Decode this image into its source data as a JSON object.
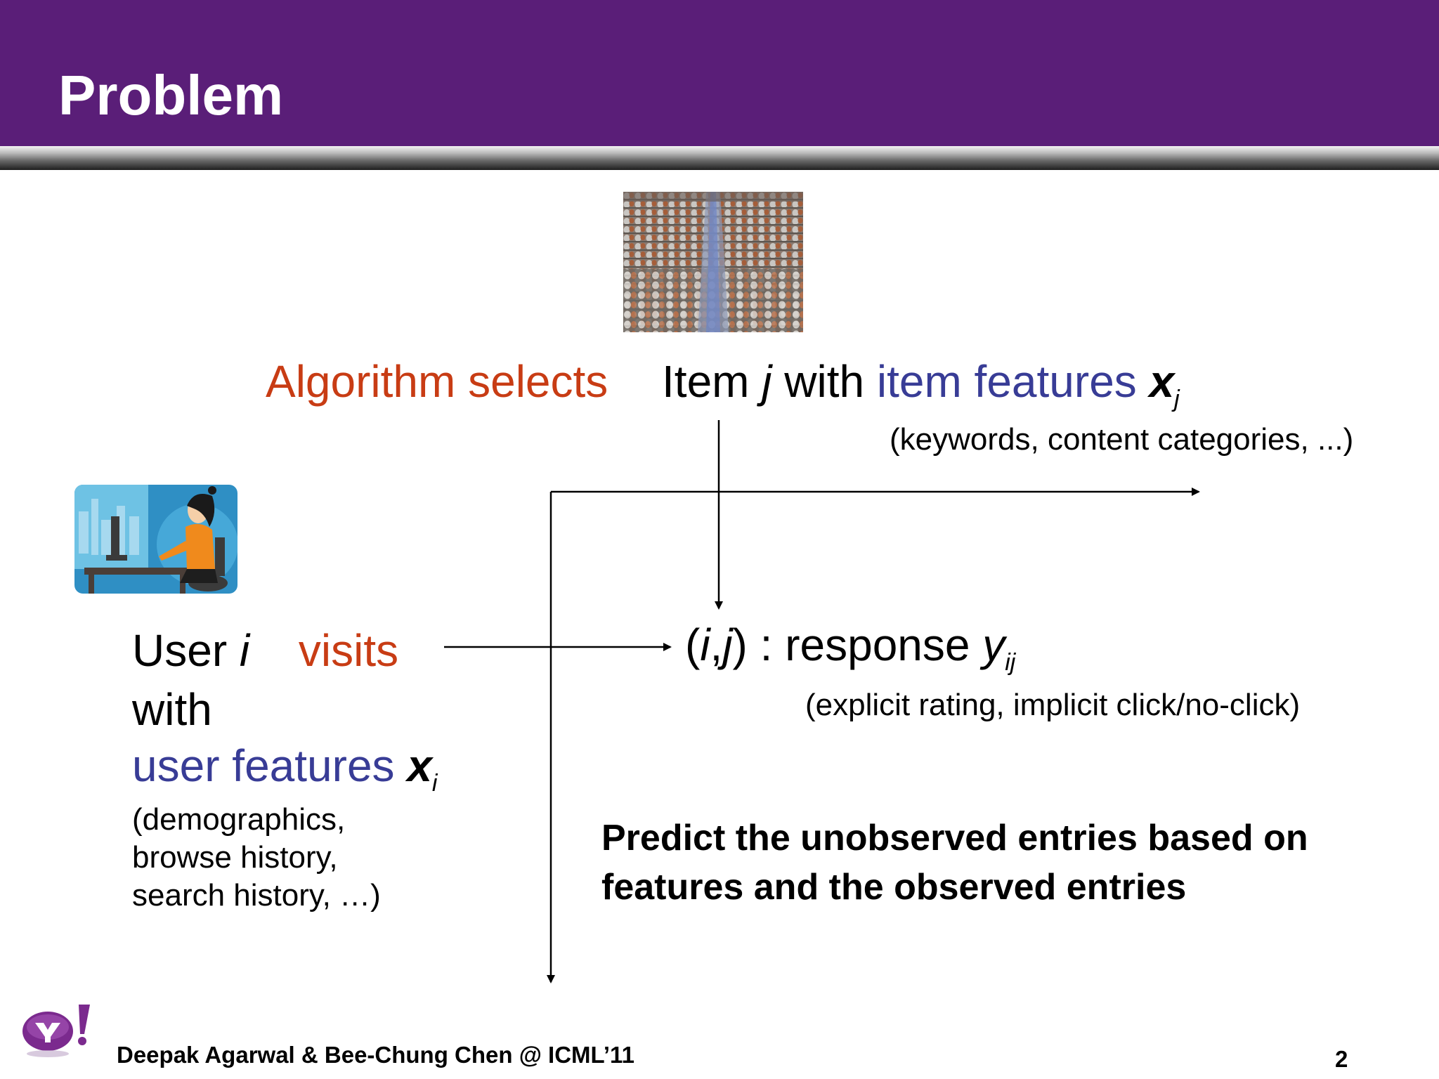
{
  "title": "Problem",
  "algorithm_label": "Algorithm selects",
  "item": {
    "prefix": "Item",
    "var": "j",
    "with": "with",
    "features_label": "item features",
    "x": "x",
    "sub": "j",
    "note": "(keywords, content categories, ...)"
  },
  "user": {
    "prefix": "User",
    "var": "i",
    "verb": "visits",
    "with": "with",
    "features_label": "user features",
    "x": "x",
    "sub": "i",
    "note_lines": [
      "(demographics,",
      "browse history,",
      "search history, …)"
    ]
  },
  "response": {
    "open": "(",
    "i": "i",
    "comma": ",",
    "j": "j",
    "close": ")",
    "mid": " : response ",
    "y": "y",
    "sub": "ij",
    "note": "(explicit rating, implicit click/no-click)"
  },
  "predict_text": "Predict the unobserved entries based on features and the observed entries",
  "footer": {
    "author": "Deepak Agarwal & Bee-Chung Chen @ ICML’11",
    "page_number": "2"
  },
  "colors": {
    "header": "#5a1e78",
    "accent_orange": "#c83c14",
    "accent_blue": "#383c96"
  },
  "icons": [
    "warehouse-photo",
    "user-at-computer-illustration",
    "yahoo-logo"
  ]
}
